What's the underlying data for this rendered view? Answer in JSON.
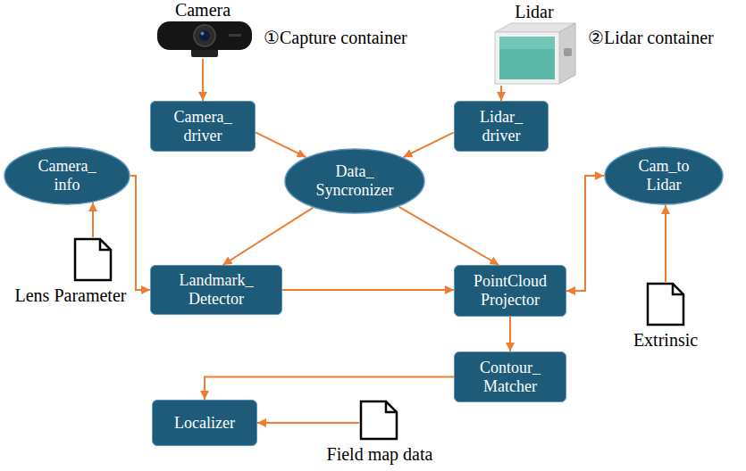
{
  "diagram": {
    "nodes": [
      {
        "text": [
          "Camera"
        ]
      },
      {
        "text": [
          "Lidar"
        ]
      },
      {
        "text": [
          "①Capture container"
        ]
      },
      {
        "text": [
          "Camera_ driver"
        ],
        "in": 2
      },
      {
        "text": [
          "Data_ Syncronizer"
        ],
        "in": 2
      },
      {
        "text": [
          "Landmark_ Detector"
        ],
        "in": 2
      },
      {
        "text": [
          "②Lidar container"
        ]
      },
      {
        "text": [
          "Lidar_ driver"
        ],
        "in": 6
      },
      {
        "text": [
          "PointCloud Projector"
        ],
        "in": 6
      },
      {
        "text": [
          "Contour_ Matcher"
        ],
        "in": 6
      },
      {
        "text": [
          "Camera_ info"
        ]
      },
      {
        "text": [
          "Cam_to Lidar"
        ]
      },
      {
        "text": [
          "Lens Parameter"
        ]
      },
      {
        "text": [
          "Extrinsic"
        ]
      },
      {
        "text": [
          "Localizer"
        ]
      },
      {
        "text": [
          "Field map data"
        ]
      }
    ],
    "edges": [
      {
        "from": 0,
        "to": 3,
        "arrow": "to"
      },
      {
        "from": 1,
        "to": 7,
        "arrow": "to"
      },
      {
        "from": 3,
        "to": 4,
        "arrow": "to"
      },
      {
        "from": 7,
        "to": 4,
        "arrow": "to"
      },
      {
        "from": 4,
        "to": 5,
        "arrow": "to"
      },
      {
        "from": 4,
        "to": 8,
        "arrow": "to"
      },
      {
        "from": 12,
        "to": 10,
        "arrow": "to"
      },
      {
        "from": 10,
        "to": 5,
        "arrow": "to"
      },
      {
        "from": 5,
        "to": 8,
        "arrow": "to"
      },
      {
        "from": 11,
        "to": 8,
        "arrow": "both"
      },
      {
        "from": 13,
        "to": 11,
        "arrow": "to"
      },
      {
        "from": 8,
        "to": 9,
        "arrow": "to"
      },
      {
        "from": 9,
        "to": 14,
        "arrow": "to"
      },
      {
        "from": 15,
        "to": 14,
        "arrow": "to"
      }
    ]
  }
}
